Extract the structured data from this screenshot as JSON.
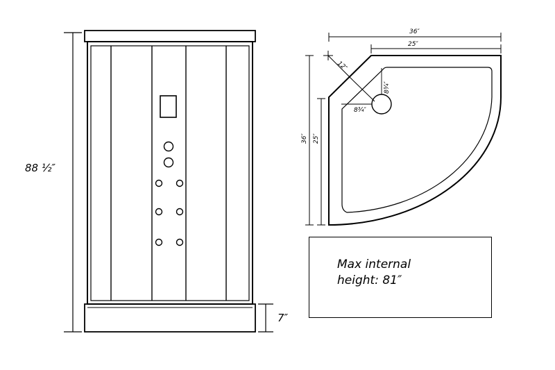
{
  "front": {
    "height_label": "88 ½″",
    "base_label": "7″"
  },
  "top": {
    "width_outer_label": "36″",
    "width_inner_label": "25″",
    "depth_outer_label": "36″",
    "depth_inner_label": "25″",
    "corner_label": "12″",
    "drain_x_label": "8¾″",
    "drain_y_label": "8¾″"
  },
  "note": {
    "text": "Max internal\nheight: 81″"
  }
}
